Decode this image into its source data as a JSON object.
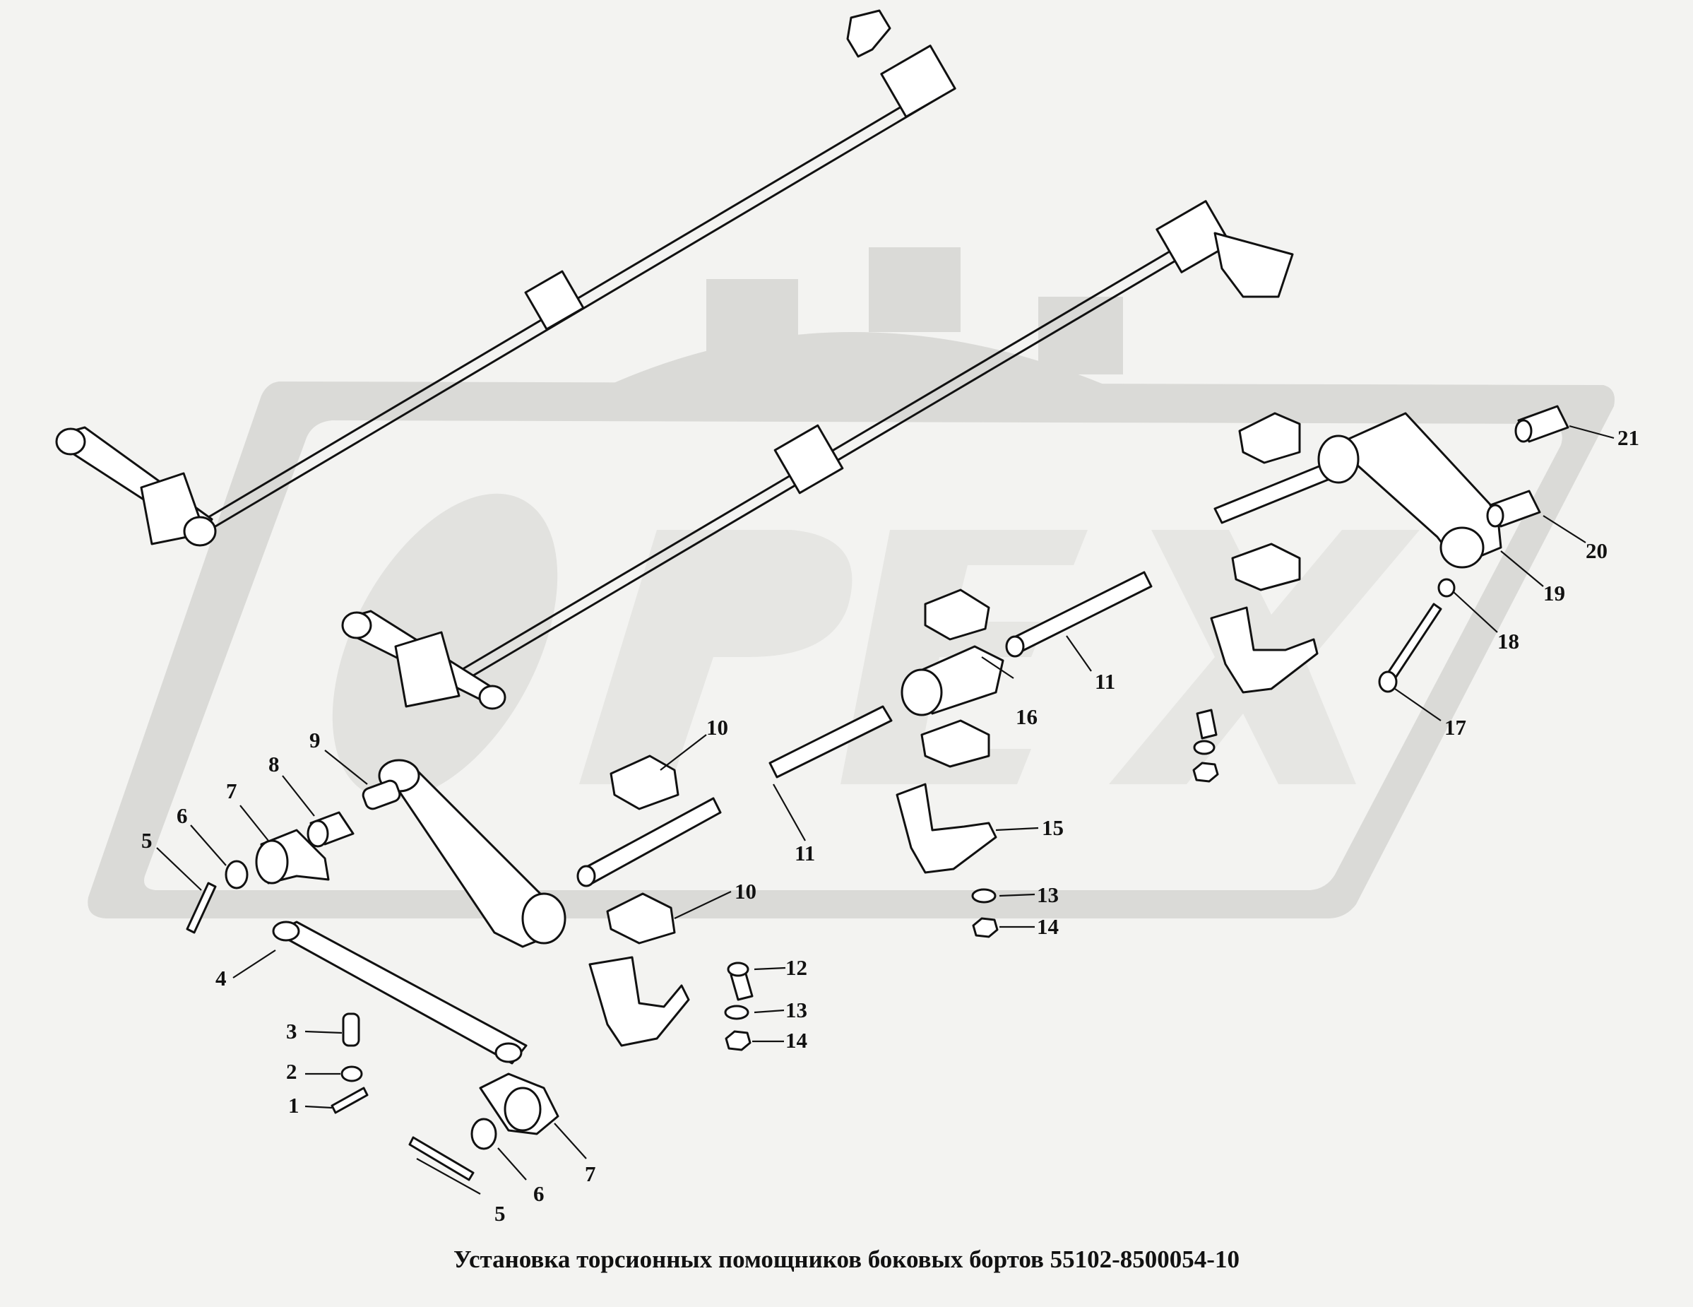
{
  "caption": "Установка торсионных помощников  боковых бортов 55102-8500054-10",
  "watermark": {
    "text": "OPEX",
    "color": "#d9d9d6"
  },
  "callouts": [
    {
      "id": "c1",
      "text": "1"
    },
    {
      "id": "c2",
      "text": "2"
    },
    {
      "id": "c3",
      "text": "3"
    },
    {
      "id": "c4",
      "text": "4"
    },
    {
      "id": "c5a",
      "text": "5"
    },
    {
      "id": "c5b",
      "text": "5"
    },
    {
      "id": "c6a",
      "text": "6"
    },
    {
      "id": "c6b",
      "text": "6"
    },
    {
      "id": "c7a",
      "text": "7"
    },
    {
      "id": "c7b",
      "text": "7"
    },
    {
      "id": "c8",
      "text": "8"
    },
    {
      "id": "c9",
      "text": "9"
    },
    {
      "id": "c10a",
      "text": "10"
    },
    {
      "id": "c10b",
      "text": "10"
    },
    {
      "id": "c11a",
      "text": "11"
    },
    {
      "id": "c11b",
      "text": "11"
    },
    {
      "id": "c12",
      "text": "12"
    },
    {
      "id": "c13a",
      "text": "13"
    },
    {
      "id": "c13b",
      "text": "13"
    },
    {
      "id": "c14a",
      "text": "14"
    },
    {
      "id": "c14b",
      "text": "14"
    },
    {
      "id": "c15",
      "text": "15"
    },
    {
      "id": "c16",
      "text": "16"
    },
    {
      "id": "c17",
      "text": "17"
    },
    {
      "id": "c18",
      "text": "18"
    },
    {
      "id": "c19",
      "text": "19"
    },
    {
      "id": "c20",
      "text": "20"
    },
    {
      "id": "c21",
      "text": "21"
    }
  ]
}
